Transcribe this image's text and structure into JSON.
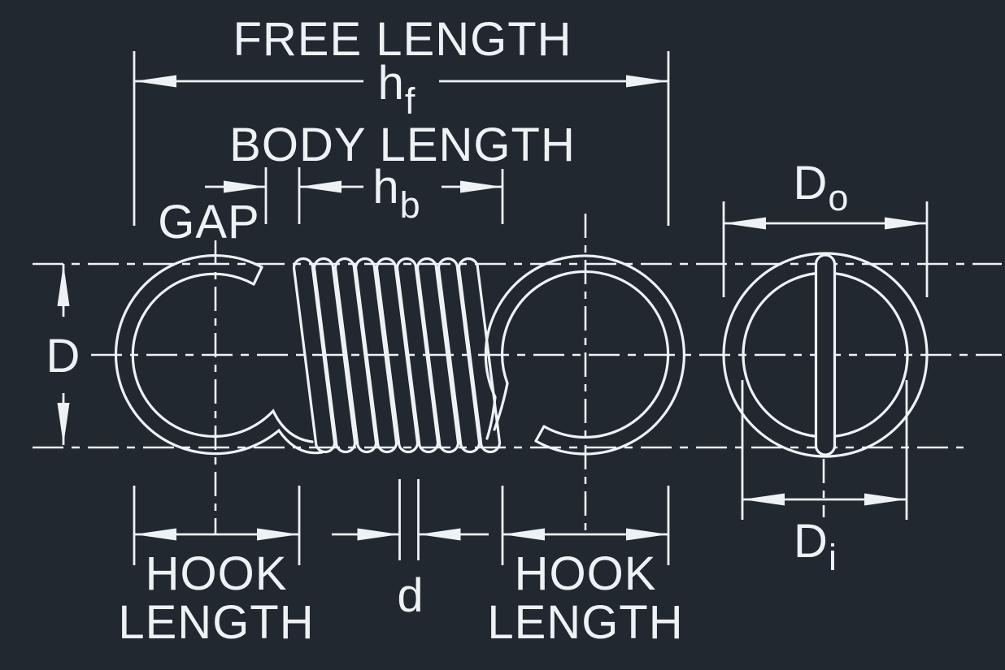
{
  "title": "Extension spring dimension diagram",
  "colors": {
    "background": "#212830",
    "line": "#eef2f5"
  },
  "diagram": {
    "free_length": {
      "label": "FREE LENGTH",
      "symbol": "h",
      "subscript": "f"
    },
    "body_length": {
      "label": "BODY LENGTH",
      "symbol": "h",
      "subscript": "b"
    },
    "gap": {
      "label": "GAP"
    },
    "mean_diameter": {
      "symbol": "D"
    },
    "wire_diameter": {
      "symbol": "d"
    },
    "outer_diameter": {
      "symbol": "D",
      "subscript": "o"
    },
    "inner_diameter": {
      "symbol": "D",
      "subscript": "i"
    },
    "hook_length_left": {
      "line1": "HOOK",
      "line2": "LENGTH"
    },
    "hook_length_right": {
      "line1": "HOOK",
      "line2": "LENGTH"
    }
  }
}
